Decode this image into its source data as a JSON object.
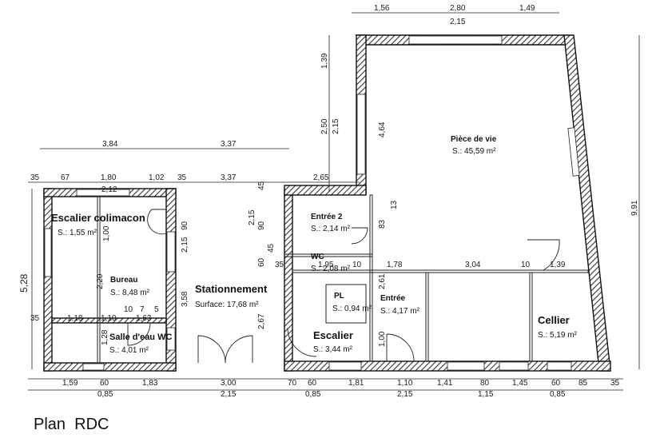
{
  "title": "Plan  RDC",
  "rooms": {
    "piece_de_vie": {
      "name": "Pièce de vie",
      "area": "S.: 45,59 m²"
    },
    "escalier_colimacon": {
      "name": "Escalier colimacon",
      "area": "S.: 1,55 m²"
    },
    "bureau": {
      "name": "Bureau",
      "area": "S.: 8,48 m²"
    },
    "salle_eau_wc": {
      "name": "Salle d'eau WC",
      "area": "S.: 4,01 m²"
    },
    "stationnement": {
      "name": "Stationnement",
      "area": "Surface: 17,68 m²"
    },
    "entree2": {
      "name": "Entrée 2",
      "area": "S.: 2,14 m²"
    },
    "wc": {
      "name": "WC",
      "area": "S.: 2,08 m²"
    },
    "pl": {
      "name": "PL",
      "area": "S.: 0,94 m²"
    },
    "entree": {
      "name": "Entrée",
      "area": "S.: 4,17 m²"
    },
    "escalier": {
      "name": "Escalier",
      "area": "S.: 3,44 m²"
    },
    "cellier": {
      "name": "Cellier",
      "area": "S.: 5,19 m²"
    }
  },
  "dims": {
    "top": [
      "1,56",
      "2,80",
      "1,49",
      "2,15"
    ],
    "upper_left": [
      "3,84",
      "3,37"
    ],
    "inner_top": [
      "35",
      "67",
      "1,80",
      "1,02",
      "35",
      "2,12",
      "3,37",
      "2,65"
    ],
    "left_vertical": [
      "5,28"
    ],
    "right_vertical": [
      "9,91"
    ],
    "center_vertical": [
      "1,39",
      "2,50",
      "2,15",
      "4,64",
      "13",
      "83",
      "2,61"
    ],
    "left_inner_v": [
      "1,00",
      "2,20",
      "1,28",
      "90",
      "2,15",
      "3,58"
    ],
    "park_v": [
      "45",
      "90",
      "2,15",
      "45",
      "60",
      "2,67"
    ],
    "mid_row": [
      "35",
      "1,95",
      "10",
      "1,78",
      "3,04",
      "10",
      "1,39"
    ],
    "bureau_row": [
      "35",
      "1,18",
      "1,10",
      "1,63",
      "10",
      "7",
      "5"
    ],
    "entree_v": [
      "1,00"
    ],
    "bottom_row1": [
      "1,59",
      "60",
      "1,83",
      "3,00",
      "70",
      "60",
      "1,81",
      "1,10",
      "1,41",
      "80",
      "1,45",
      "60",
      "85",
      "35"
    ],
    "bottom_row2": [
      "0,85",
      "2,15",
      "0,85",
      "2,15",
      "1,15",
      "0,85"
    ]
  }
}
